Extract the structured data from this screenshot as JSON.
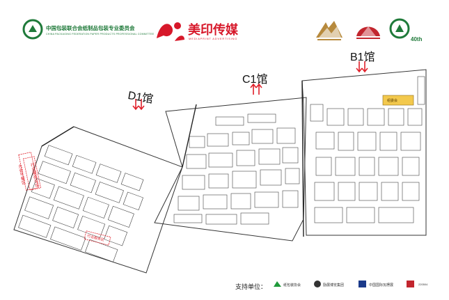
{
  "header": {
    "org_name": "中国包装联合会纸制品包装专业委员会",
    "org_sub": "CHINA PACKAGING FEDERATION PAPER PRODUCTS PROFESSIONAL COMMITTEE",
    "media_name": "美印传媒",
    "media_sub": "MEDIAPRINT ADVERTISING",
    "anniversary": "40th"
  },
  "halls": {
    "d1": "D1馆",
    "c1": "C1馆",
    "b1": "B1馆"
  },
  "floor_labels": {
    "vertical_left": "大会午餐区",
    "vertical_right": "行业展商论坛",
    "bottom_tag": "行业服务区",
    "b1_tag": "组委会"
  },
  "footer": {
    "support_label": "支持单位：",
    "sponsors": [
      "纸包装协会",
      "励展博览集团",
      "中国国际瓦楞展"
    ],
    "code": "220504"
  },
  "colors": {
    "brand_green": "#1f7a3a",
    "brand_red": "#d7182a",
    "arrow_red": "#e0202a",
    "booth_line": "#333333",
    "booth_fill": "#ffffff"
  }
}
